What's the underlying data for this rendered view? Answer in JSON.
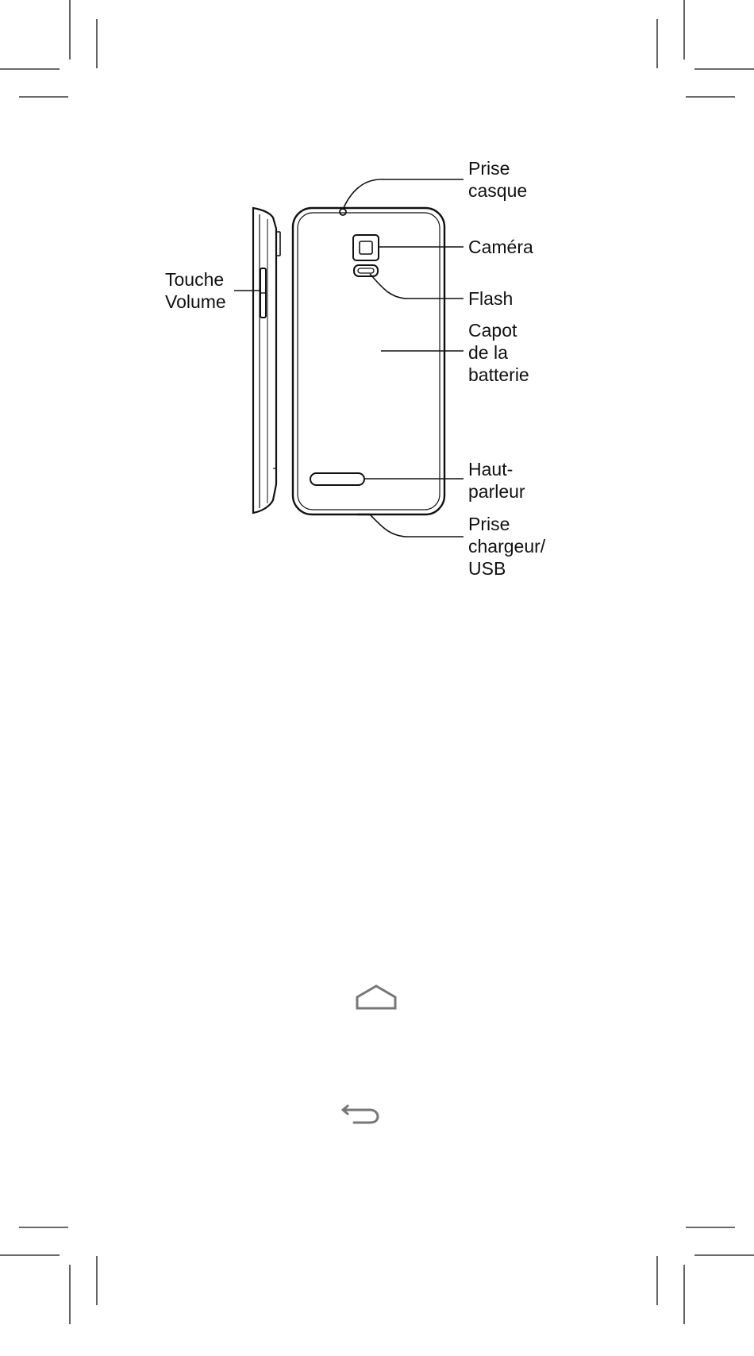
{
  "diagram": {
    "labels": {
      "headset_jack": "Prise\ncasque",
      "camera": "Caméra",
      "flash": "Flash",
      "battery_cover": "Capot\nde la\nbatterie",
      "speaker": "Haut-\nparleur",
      "charger_usb": "Prise\nchargeur/\nUSB",
      "volume_key": "Touche\nVolume"
    }
  },
  "icons": {
    "home": "home-outline-icon",
    "back": "back-arrow-icon"
  },
  "colors": {
    "line": "#111111",
    "icon": "#777777",
    "background": "#ffffff"
  }
}
